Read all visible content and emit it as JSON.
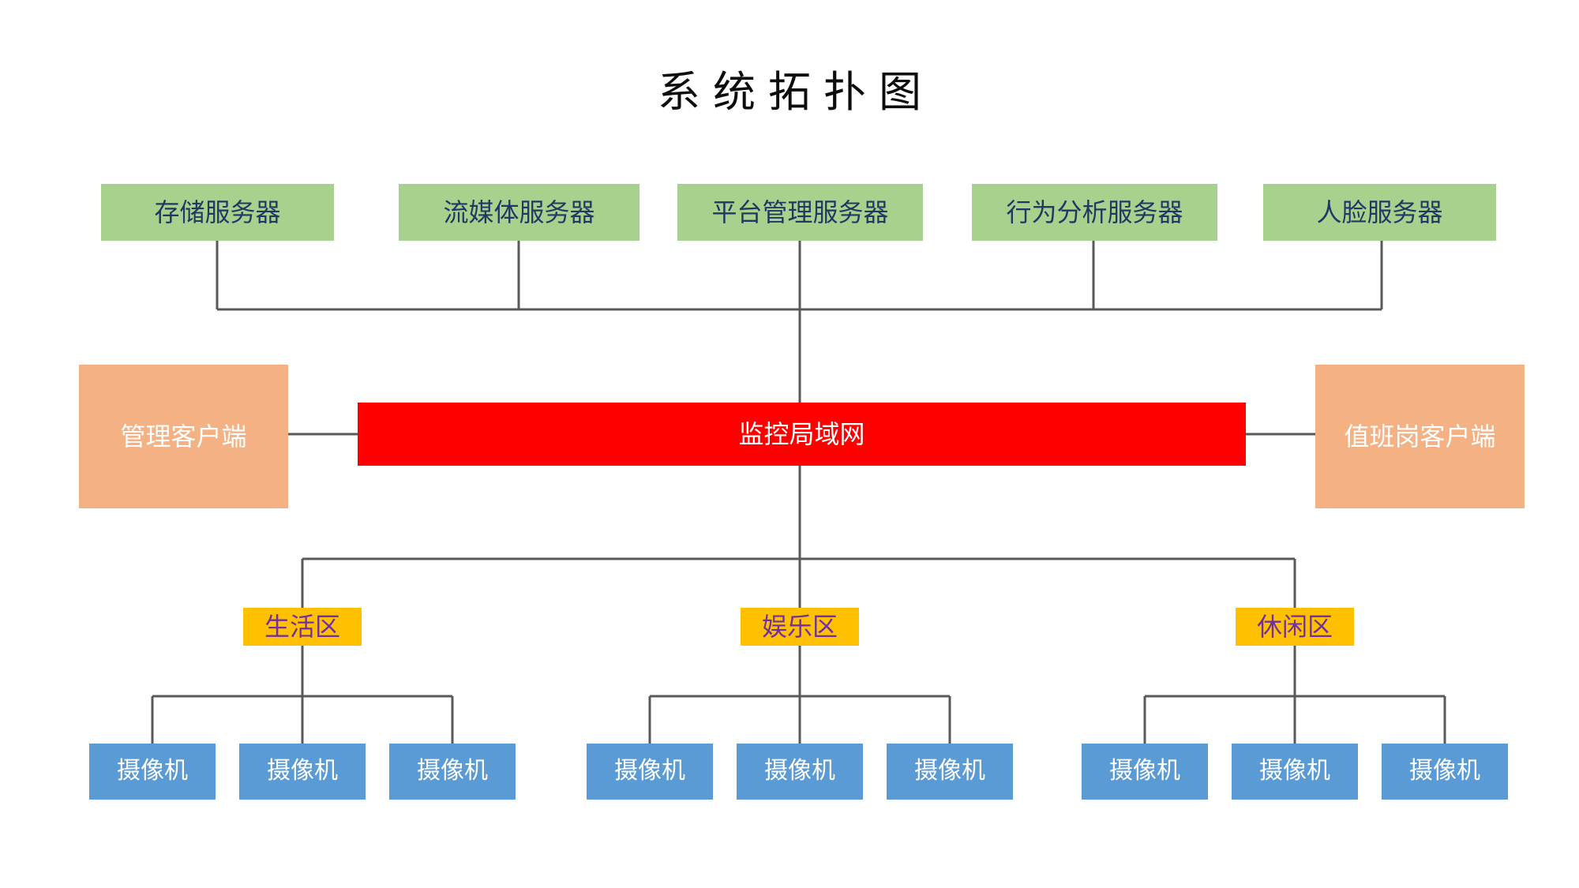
{
  "page": {
    "title": "系统拓扑图",
    "background": "#FFFFFF"
  },
  "colors": {
    "server_fill": "#A9D18E",
    "server_text": "#1F3864",
    "lan_fill": "#FF0000",
    "lan_text": "#FFFFFF",
    "client_fill": "#F4B183",
    "client_text": "#FFFFFF",
    "zone_fill": "#FFC000",
    "zone_text": "#7030A0",
    "camera_fill": "#5B9BD5",
    "camera_text": "#FFFFFF",
    "connector": "#595959",
    "title_text": "#0D0D0D"
  },
  "servers": [
    {
      "label": "存储服务器"
    },
    {
      "label": "流媒体服务器"
    },
    {
      "label": "平台管理服务器"
    },
    {
      "label": "行为分析服务器"
    },
    {
      "label": "人脸服务器"
    }
  ],
  "network": {
    "label": "监控局域网"
  },
  "clients": {
    "left": {
      "label": "管理客户端"
    },
    "right": {
      "label": "值班岗客户端"
    }
  },
  "zones": [
    {
      "label": "生活区",
      "cameras": [
        {
          "label": "摄像机"
        },
        {
          "label": "摄像机"
        },
        {
          "label": "摄像机"
        }
      ]
    },
    {
      "label": "娱乐区",
      "cameras": [
        {
          "label": "摄像机"
        },
        {
          "label": "摄像机"
        },
        {
          "label": "摄像机"
        }
      ]
    },
    {
      "label": "休闲区",
      "cameras": [
        {
          "label": "摄像机"
        },
        {
          "label": "摄像机"
        },
        {
          "label": "摄像机"
        }
      ]
    }
  ]
}
